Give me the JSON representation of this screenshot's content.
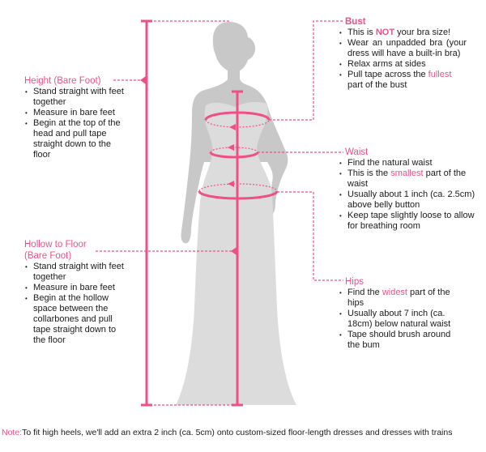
{
  "colors": {
    "accent": "#ef4f86",
    "body_gray": "#c8c8c8",
    "dress_gray": "#dcdcdc",
    "text": "#1a1a1a"
  },
  "height": {
    "title": "Height (Bare Foot)",
    "items": [
      "Stand straight with feet together",
      "Measure in bare feet",
      "Begin at the top of the head and pull tape straight down to the floor"
    ]
  },
  "hollow": {
    "title_line1": "Hollow to Floor",
    "title_line2": "(Bare Foot)",
    "items": [
      "Stand straight with feet together",
      "Measure in bare feet",
      "Begin at the hollow space between the collarbones and pull tape straight down to the floor"
    ]
  },
  "bust": {
    "title": "Bust",
    "item1_pre": "This is ",
    "item1_em": "NOT",
    "item1_post": " your bra size!",
    "item2": "Wear an unpadded bra (your dress will have a built-in bra)",
    "item3": "Relax arms at sides",
    "item4_pre": "Pull tape across the ",
    "item4_em": "fullest",
    "item4_post": " part of the bust"
  },
  "waist": {
    "title": "Waist",
    "item1": "Find the natural waist",
    "item2_pre": "This is the ",
    "item2_em": "smallest",
    "item2_post": " part of the waist",
    "item3": "Usually about 1 inch (ca. 2.5cm) above belly button",
    "item4": "Keep tape slightly loose to allow for breathing room"
  },
  "hips": {
    "title": "Hips",
    "item1_pre": "Find the ",
    "item1_em": "widest",
    "item1_post": " part of the hips",
    "item2": "Usually about 7 inch (ca. 18cm) below natural waist",
    "item3": "Tape should brush around the bum"
  },
  "note": {
    "label": "Note:",
    "text": "To fit high heels, we'll add an extra 2 inch (ca. 5cm) onto custom-sized floor-length dresses and dresses with trains"
  }
}
